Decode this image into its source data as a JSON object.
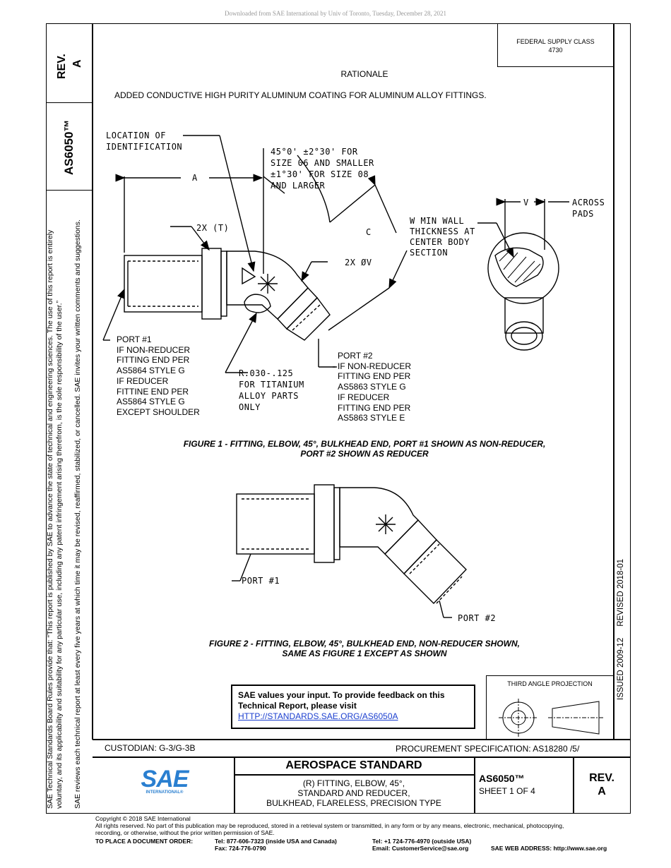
{
  "download_notice": "Downloaded from SAE International by Univ of Toronto, Tuesday, December 28, 2021",
  "sidebar": {
    "rev_label": "REV.",
    "rev_value": "A",
    "doc_number": "AS6050™",
    "board_rules_1": "SAE Technical Standards Board Rules provide that: “This report is published by SAE to advance the state of technical and engineering sciences. The use of this report is entirely",
    "board_rules_2": "voluntary, and its applicability and suitability for any particular use, including any patent infringement arising therefrom, is the sole responsibility of the user.”",
    "review_notice": "SAE reviews each technical report at least every five years at which time it may be revised, reaffirmed, stabilized, or cancelled. SAE invites your written comments and suggestions."
  },
  "right_margin": {
    "dates": "ISSUED 2009-12     REVISED 2018-01"
  },
  "header": {
    "fsc_line1": "FEDERAL SUPPLY CLASS",
    "fsc_line2": "4730"
  },
  "rationale": {
    "title": "RATIONALE",
    "text": "ADDED CONDUCTIVE HIGH PURITY ALUMINUM COATING FOR ALUMINUM ALLOY FITTINGS."
  },
  "figure1": {
    "labels": {
      "location": [
        "LOCATION OF",
        "IDENTIFICATION"
      ],
      "angle": [
        "45°0' ±2°30' FOR",
        "SIZE 06 AND SMALLER",
        "±1°30' FOR SIZE 08",
        "AND LARGER"
      ],
      "dim_a": "A",
      "dim_c": "C",
      "dim_v": "V",
      "across_pads": [
        "ACROSS",
        "PADS"
      ],
      "wall": [
        "W MIN WALL",
        "THICKNESS AT",
        "CENTER BODY",
        "SECTION"
      ],
      "two_x_t": "2X (T)",
      "two_x_v": "2X ØV",
      "radius": [
        "R.030-.125",
        "FOR TITANIUM",
        "ALLOY PARTS",
        "ONLY"
      ]
    },
    "port1": [
      "PORT #1",
      "IF NON-REDUCER",
      "FITTING END PER",
      "AS5864 STYLE G",
      "IF REDUCER",
      "FITTINE END PER",
      "AS5864 STYLE G",
      "EXCEPT SHOULDER"
    ],
    "port2": [
      "PORT #2",
      "IF NON-REDUCER",
      "FITTING END PER",
      "AS5863 STYLE G",
      "IF REDUCER",
      "FITTING END PER",
      "AS5863 STYLE E"
    ],
    "caption_line1": "FIGURE 1 - FITTING, ELBOW, 45°, BULKHEAD END, PORT #1 SHOWN AS NON-REDUCER,",
    "caption_line2": "PORT #2 SHOWN AS REDUCER"
  },
  "figure2": {
    "port1": "PORT #1",
    "port2": "PORT #2",
    "caption_line1": "FIGURE 2 - FITTING, ELBOW, 45°, BULKHEAD END, NON-REDUCER SHOWN,",
    "caption_line2": "SAME AS FIGURE 1 EXCEPT AS SHOWN"
  },
  "feedback": {
    "line1": "SAE values your input. To provide feedback on this",
    "line2": "Technical Report, please visit",
    "link": "HTTP://STANDARDS.SAE.ORG/AS6050A"
  },
  "projection": {
    "label": "THIRD ANGLE PROJECTION"
  },
  "title_block": {
    "custodian": "CUSTODIAN: G-3/G-3B",
    "procurement": "PROCUREMENT SPECIFICATION: AS18280 /5/",
    "logo_text": "SAE",
    "logo_sub": "INTERNATIONAL®",
    "aerospace": "AEROSPACE STANDARD",
    "desc_line1": "(R) FITTING, ELBOW, 45°,",
    "desc_line2": "STANDARD AND REDUCER,",
    "desc_line3": "BULKHEAD, FLARELESS, PRECISION TYPE",
    "doc_number": "AS6050™",
    "sheet": "SHEET 1 OF 4",
    "rev_label": "REV.",
    "rev_value": "A"
  },
  "footer": {
    "copyright": "Copyright © 2018 SAE International",
    "rights_1": "All rights reserved. No part of this publication may be reproduced, stored in a retrieval system or transmitted, in any form or by any means, electronic, mechanical, photocopying,",
    "rights_2": "recording, or otherwise, without the prior written permission of SAE.",
    "order_label": "TO PLACE A DOCUMENT ORDER:",
    "tel_usa": "Tel: 877-606-7323 (inside USA and Canada)",
    "fax": "Fax: 724-776-0790",
    "tel_outside": "Tel: +1 724-776-4970 (outside USA)",
    "email": "Email: CustomerService@sae.org",
    "web": "SAE WEB ADDRESS: http://www.sae.org"
  }
}
